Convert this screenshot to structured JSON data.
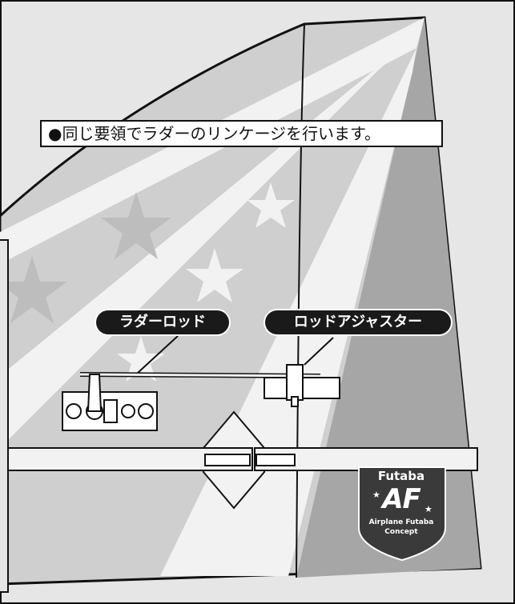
{
  "caption": "●同じ要領でラダーのリンケージを行います。",
  "labels": {
    "rudder_rod": "ラダーロッド",
    "rod_adjuster": "ロッドアジャスター"
  },
  "logo": {
    "brand": "Futaba",
    "mark": "AF",
    "line1": "Airplane Futaba",
    "line2": "Concept"
  },
  "colors": {
    "background": "#e6e6e6",
    "tail_light": "#cfcfcf",
    "tail_dark": "#a6a6a6",
    "stripe_white": "#f2f2f2",
    "label_bg": "#1a1a1a",
    "logo_bg": "#3a3a3a"
  }
}
